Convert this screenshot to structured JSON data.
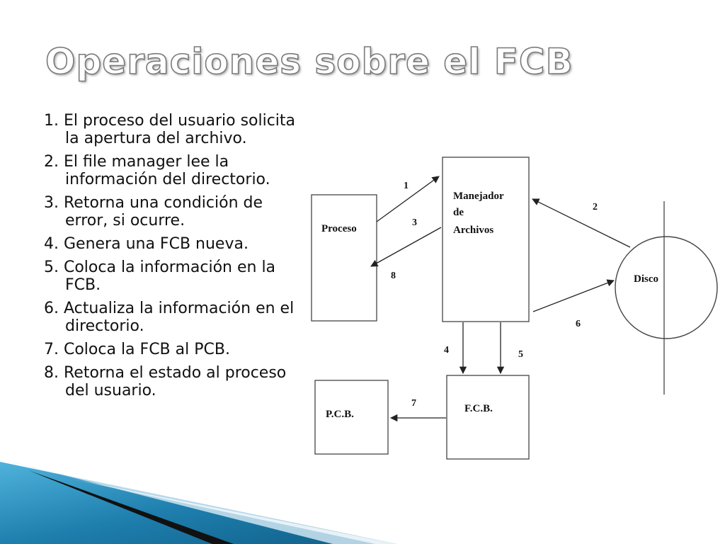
{
  "slide": {
    "title": "Operaciones sobre el FCB",
    "steps": [
      "1. El proceso del usuario solicita la apertura del archivo.",
      "2. El file manager lee la información del directorio.",
      "3. Retorna una condición de error, si ocurre.",
      "4. Genera una FCB nueva.",
      "5. Coloca la información en la FCB.",
      "6. Actualiza la información en el directorio.",
      "7. Coloca la FCB al PCB.",
      "8. Retorna el estado al proceso del usuario."
    ]
  },
  "diagram": {
    "nodes": {
      "proceso": "Proceso",
      "manejador": [
        "Manejador",
        "de",
        "Archivos"
      ],
      "disco": "Disco",
      "pcb": "P.C.B.",
      "fcb": "F.C.B."
    },
    "edges": [
      "1",
      "2",
      "3",
      "4",
      "5",
      "6",
      "7",
      "8"
    ]
  },
  "colors": {
    "stroke": "#333333",
    "deco_blue": "#1f7fae",
    "deco_light": "#cfe6f2",
    "deco_dark": "#111111"
  }
}
